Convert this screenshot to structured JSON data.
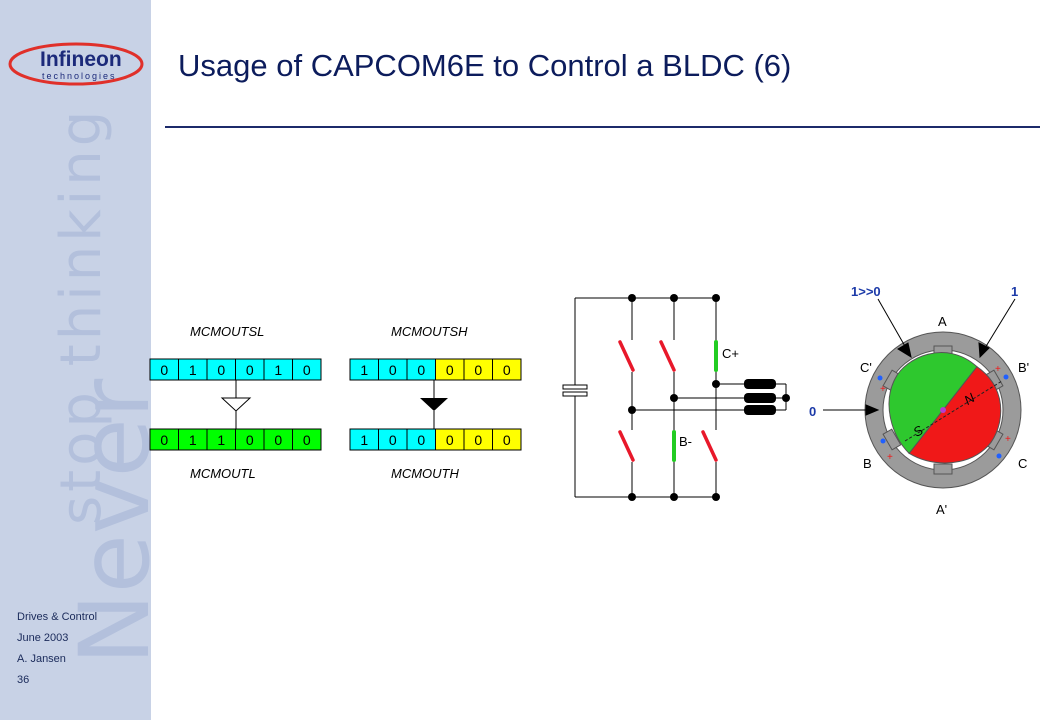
{
  "title": "Usage of CAPCOM6E to Control a BLDC (6)",
  "logo": {
    "brand": "Infineon",
    "sub": "technologies"
  },
  "slogan": {
    "line1": "Never",
    "line2": "stop thinking"
  },
  "footer": {
    "dept": "Drives & Control",
    "date": "June 2003",
    "author": "A. Jansen",
    "page": "36"
  },
  "registers": {
    "mcmoutsl": {
      "label": "MCMOUTSL",
      "bits": [
        "0",
        "1",
        "0",
        "0",
        "1",
        "0"
      ]
    },
    "mcmoutl": {
      "label": "MCMOUTL",
      "bits": [
        "0",
        "1",
        "1",
        "0",
        "0",
        "0"
      ]
    },
    "mcmoutsh": {
      "label": "MCMOUTSH",
      "bits": [
        "1",
        "0",
        "0",
        "0",
        "0",
        "0"
      ]
    },
    "mcmouth": {
      "label": "MCMOUTH",
      "bits": [
        "1",
        "0",
        "0",
        "0",
        "0",
        "0"
      ]
    }
  },
  "bridge": {
    "cplus": "C+",
    "bminus": "B-"
  },
  "motor": {
    "input_top_left": "1>>0",
    "input_top_right": "1",
    "input_left": "0",
    "pole_a": "A",
    "pole_a_prime": "A'",
    "pole_b": "B",
    "pole_b_prime": "B'",
    "pole_c": "C",
    "pole_c_prime": "C'",
    "north": "N",
    "south": "S"
  },
  "colors": {
    "cyan": "#00ffff",
    "green": "#00ff00",
    "yellow": "#ffff00",
    "red": "#ff0000",
    "rotor_green": "#2ec82e",
    "navy": "#0c1c5c"
  }
}
